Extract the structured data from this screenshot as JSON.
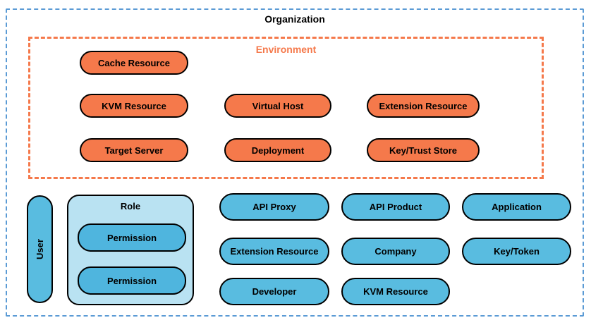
{
  "diagram": {
    "title": "Organization",
    "environment": {
      "label": "Environment",
      "pills": [
        {
          "label": "Cache Resource"
        },
        {
          "label": "KVM Resource"
        },
        {
          "label": "Virtual Host"
        },
        {
          "label": "Extension Resource"
        },
        {
          "label": "Target Server"
        },
        {
          "label": "Deployment"
        },
        {
          "label": "Key/Trust Store"
        }
      ]
    },
    "organization_level": {
      "user": {
        "label": "User"
      },
      "role": {
        "label": "Role",
        "permissions": [
          {
            "label": "Permission"
          },
          {
            "label": "Permission"
          }
        ]
      },
      "pills": [
        {
          "label": "API Proxy"
        },
        {
          "label": "API Product"
        },
        {
          "label": "Application"
        },
        {
          "label": "Extension Resource"
        },
        {
          "label": "Company"
        },
        {
          "label": "Key/Token"
        },
        {
          "label": "Developer"
        },
        {
          "label": "KVM Resource"
        }
      ]
    },
    "colors": {
      "organization_border": "#5B9BD5",
      "environment_accent": "#F5794B",
      "environment_pill_fill": "#F5794B",
      "org_pill_fill": "#59BCE0",
      "role_container_fill": "#B9E2F2",
      "permission_pill_fill": "#4FB5DE",
      "outline": "#000000",
      "text": "#000000",
      "background": "#FFFFFF"
    }
  }
}
